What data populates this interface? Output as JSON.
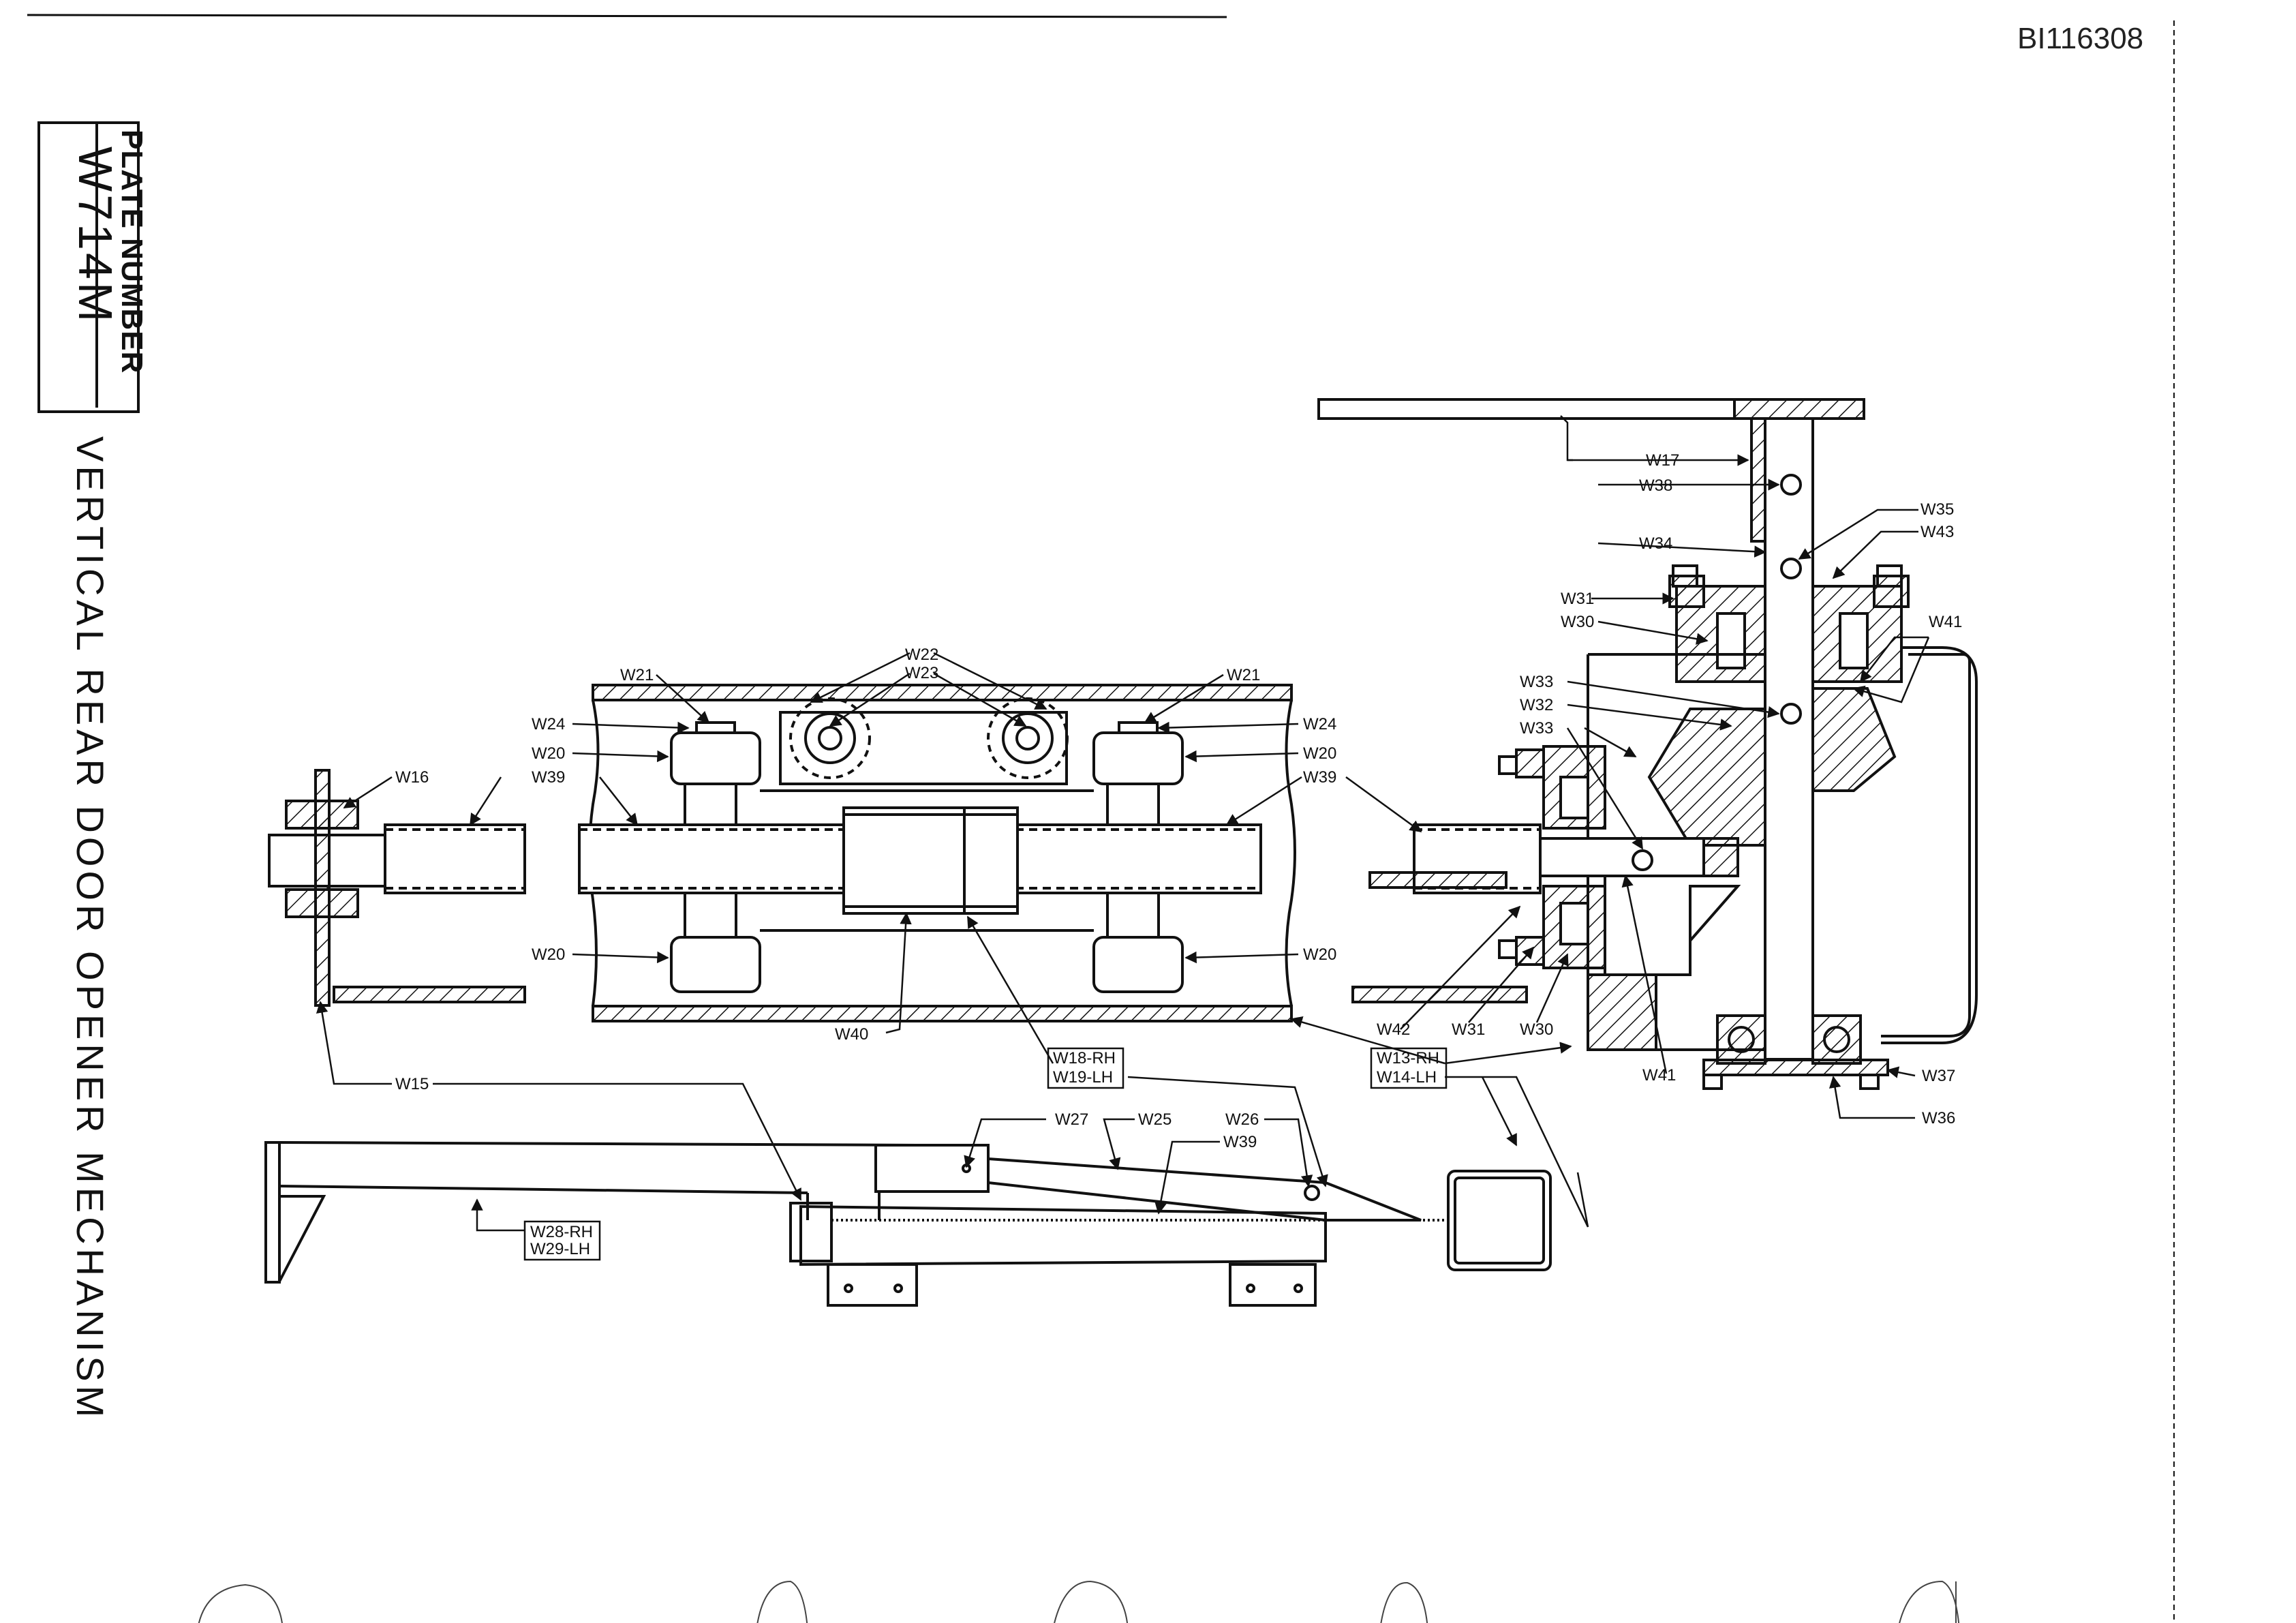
{
  "document_id": "BI116308",
  "plate": {
    "label": "PLATE NUMBER",
    "number": "W714M"
  },
  "title": "VERTICAL REAR DOOR OPENER MECHANISM",
  "callouts": {
    "w17": "W17",
    "w38": "W38",
    "w34": "W34",
    "w35": "W35",
    "w43": "W43",
    "w31_top": "W31",
    "w30_top": "W30",
    "w41_top": "W41",
    "w33_a": "W33",
    "w32": "W32",
    "w33_b": "W33",
    "w22": "W22",
    "w23": "W23",
    "w21_left": "W21",
    "w21_right": "W21",
    "w24_left": "W24",
    "w24_right": "W24",
    "w20_tl": "W20",
    "w20_tr": "W20",
    "w20_bl": "W20",
    "w20_br": "W20",
    "w16": "W16",
    "w39_left": "W39",
    "w39_right": "W39",
    "w40": "W40",
    "w18": "W18-RH",
    "w19": "W19-LH",
    "w13": "W13-RH",
    "w14": "W14-LH",
    "w42": "W42",
    "w31_bot": "W31",
    "w30_bot": "W30",
    "w41_bot": "W41",
    "w37": "W37",
    "w36": "W36",
    "w15": "W15",
    "w27": "W27",
    "w25": "W25",
    "w26": "W26",
    "w39_lower": "W39",
    "w28": "W28-RH",
    "w29": "W29-LH"
  }
}
